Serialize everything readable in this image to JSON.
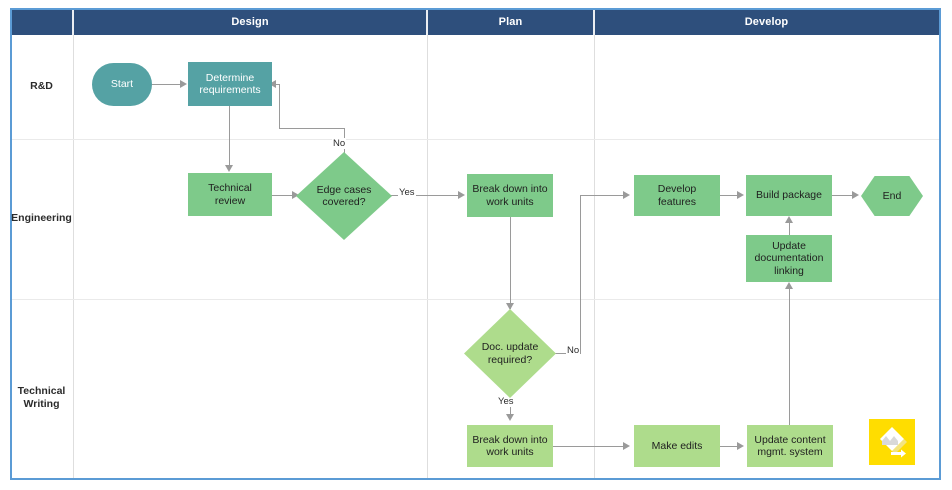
{
  "diagram": {
    "title": "Software release process swimlane flowchart",
    "type": "swimlane-flowchart",
    "colors": {
      "header_band": "#2E4F7C",
      "frame_border": "#5B9BD5",
      "teal_shape": "#55A2A4",
      "green_shape": "#7ECA8A",
      "light_green_shape": "#AEDC8C",
      "connector": "#9A9A9A",
      "logo_yellow": "#FFDD00"
    },
    "phases": [
      {
        "label": "Design"
      },
      {
        "label": "Plan"
      },
      {
        "label": "Develop"
      }
    ],
    "lanes": [
      {
        "label": "R&D"
      },
      {
        "label": "Engineering"
      },
      {
        "label": "Technical\nWriting",
        "line1": "Technical",
        "line2": "Writing"
      }
    ],
    "nodes": [
      {
        "id": "start",
        "label": "Start",
        "shape": "oval",
        "fill": "teal",
        "lane": "R&D",
        "phase": "Design"
      },
      {
        "id": "determine",
        "label": "Determine requirements",
        "line1": "Determine",
        "line2": "requirements",
        "shape": "rect",
        "fill": "teal",
        "lane": "R&D",
        "phase": "Design"
      },
      {
        "id": "techreview",
        "label": "Technical review",
        "line1": "Technical",
        "line2": "review",
        "shape": "rect",
        "fill": "green",
        "lane": "Engineering",
        "phase": "Design"
      },
      {
        "id": "edgecases",
        "label": "Edge cases covered?",
        "line1": "Edge cases",
        "line2": "covered?",
        "shape": "diamond",
        "fill": "green",
        "lane": "Engineering",
        "phase": "Design"
      },
      {
        "id": "breakdown1",
        "label": "Break down into work units",
        "line1": "Break down into",
        "line2": "work units",
        "shape": "rect",
        "fill": "green",
        "lane": "Engineering",
        "phase": "Plan"
      },
      {
        "id": "develop",
        "label": "Develop features",
        "line1": "Develop",
        "line2": "features",
        "shape": "rect",
        "fill": "green",
        "lane": "Engineering",
        "phase": "Develop"
      },
      {
        "id": "build",
        "label": "Build package",
        "shape": "rect",
        "fill": "green",
        "lane": "Engineering",
        "phase": "Develop"
      },
      {
        "id": "end",
        "label": "End",
        "shape": "hex",
        "fill": "green",
        "lane": "Engineering",
        "phase": "Develop"
      },
      {
        "id": "updatedoc",
        "label": "Update documentation linking",
        "line1": "Update",
        "line2": "documentation",
        "line3": "linking",
        "shape": "rect",
        "fill": "green",
        "lane": "Engineering",
        "phase": "Develop"
      },
      {
        "id": "docupdate",
        "label": "Doc. update required?",
        "line1": "Doc. update",
        "line2": "required?",
        "shape": "diamond",
        "fill": "lgreen",
        "lane": "Technical Writing",
        "phase": "Plan"
      },
      {
        "id": "breakdown2",
        "label": "Break down into work units",
        "line1": "Break down into",
        "line2": "work units",
        "shape": "rect",
        "fill": "lgreen",
        "lane": "Technical Writing",
        "phase": "Plan"
      },
      {
        "id": "makeedits",
        "label": "Make edits",
        "shape": "rect",
        "fill": "lgreen",
        "lane": "Technical Writing",
        "phase": "Develop"
      },
      {
        "id": "updatecms",
        "label": "Update content mgmt. system",
        "line1": "Update content",
        "line2": "mgmt. system",
        "shape": "rect",
        "fill": "lgreen",
        "lane": "Technical Writing",
        "phase": "Develop"
      }
    ],
    "edge_labels": {
      "edge_no": "No",
      "edge_yes": "Yes",
      "doc_no": "No",
      "doc_yes": "Yes"
    },
    "logo": {
      "name": "lucid-app-logo"
    }
  }
}
